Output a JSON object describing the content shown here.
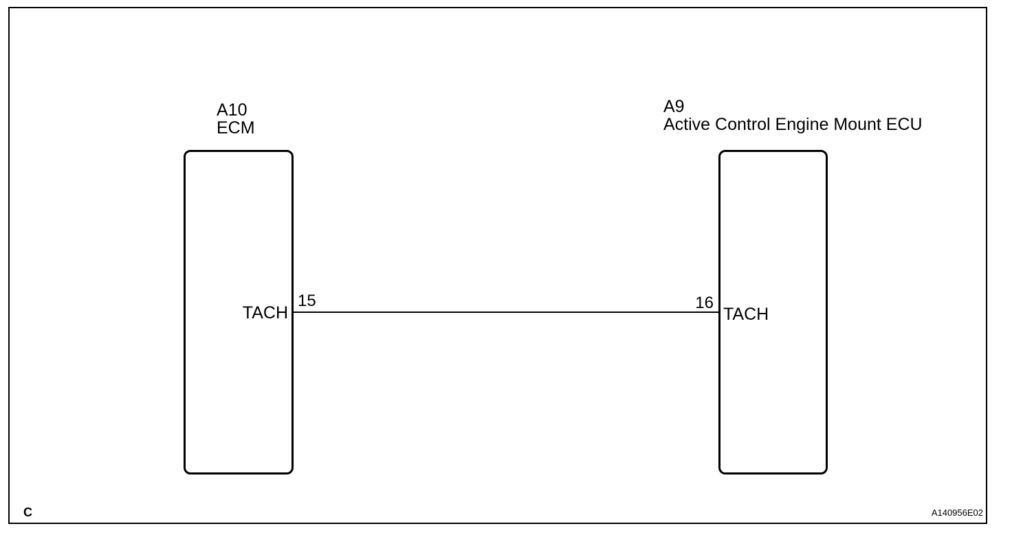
{
  "diagram": {
    "components": {
      "ecm": {
        "code": "A10",
        "name": "ECM",
        "terminal": {
          "name": "TACH",
          "pin": "15"
        }
      },
      "engine_mount_ecu": {
        "code": "A9",
        "name": "Active Control Engine Mount ECU",
        "terminal": {
          "name": "TACH",
          "pin": "16"
        }
      }
    },
    "footer": {
      "section_code": "C",
      "image_id": "A140956E02"
    }
  }
}
